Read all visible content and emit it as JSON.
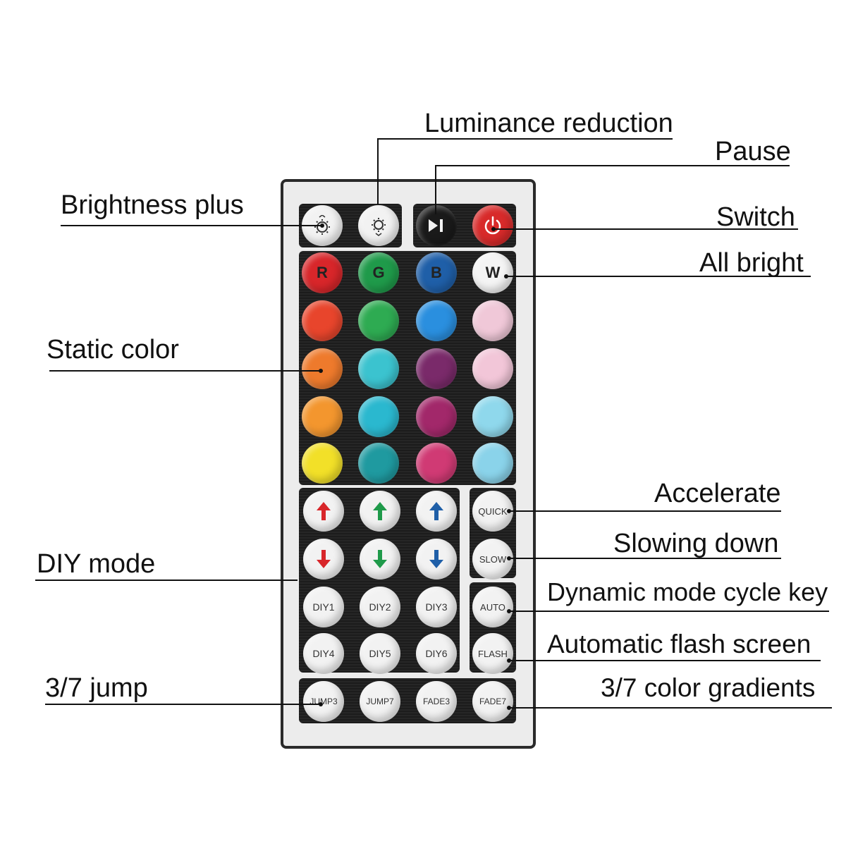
{
  "labels": {
    "luminance_reduction": "Luminance reduction",
    "pause": "Pause",
    "brightness_plus": "Brightness plus",
    "switch": "Switch",
    "all_bright": "All bright",
    "static_color": "Static color",
    "accelerate": "Accelerate",
    "slowing_down": "Slowing down",
    "diy_mode": "DIY mode",
    "dynamic_mode_cycle_key": "Dynamic mode cycle key",
    "automatic_flash_screen": "Automatic flash screen",
    "jump_3_7": "3/7 jump",
    "color_gradients_3_7": "3/7 color gradients"
  },
  "buttons": {
    "r": "R",
    "g": "G",
    "b": "B",
    "w": "W",
    "quick": "QUICK",
    "slow": "SLOW",
    "auto": "AUTO",
    "flash": "FLASH",
    "diy1": "DIY1",
    "diy2": "DIY2",
    "diy3": "DIY3",
    "diy4": "DIY4",
    "diy5": "DIY5",
    "diy6": "DIY6",
    "jump3": "JUMP3",
    "jump7": "JUMP7",
    "fade3": "FADE3",
    "fade7": "FADE7"
  },
  "colors": {
    "row1": [
      "#d8262a",
      "#1f9a4a",
      "#1f5fa8",
      "#f4f4f4"
    ],
    "row2": [
      "#e8452c",
      "#2eab52",
      "#2a8fdf",
      "#f0c8d8"
    ],
    "row3": [
      "#ee7a2c",
      "#3bc3cf",
      "#7a2a6a",
      "#f2c6d8"
    ],
    "row4": [
      "#f3962e",
      "#2ab8cf",
      "#a2286a",
      "#8fd8ec"
    ],
    "row5": [
      "#f2e028",
      "#1f9aa0",
      "#d03a74",
      "#8ad3ea"
    ],
    "arrow_red": "#d8262a",
    "arrow_green": "#1f9a4a",
    "arrow_blue": "#1f5fa8",
    "power_button": "#d82a2a",
    "pause_button": "#1a1a1a"
  },
  "icons": [
    "brightness-up-icon",
    "brightness-down-icon",
    "play-pause-icon",
    "power-icon",
    "arrow-up-icon",
    "arrow-down-icon"
  ]
}
